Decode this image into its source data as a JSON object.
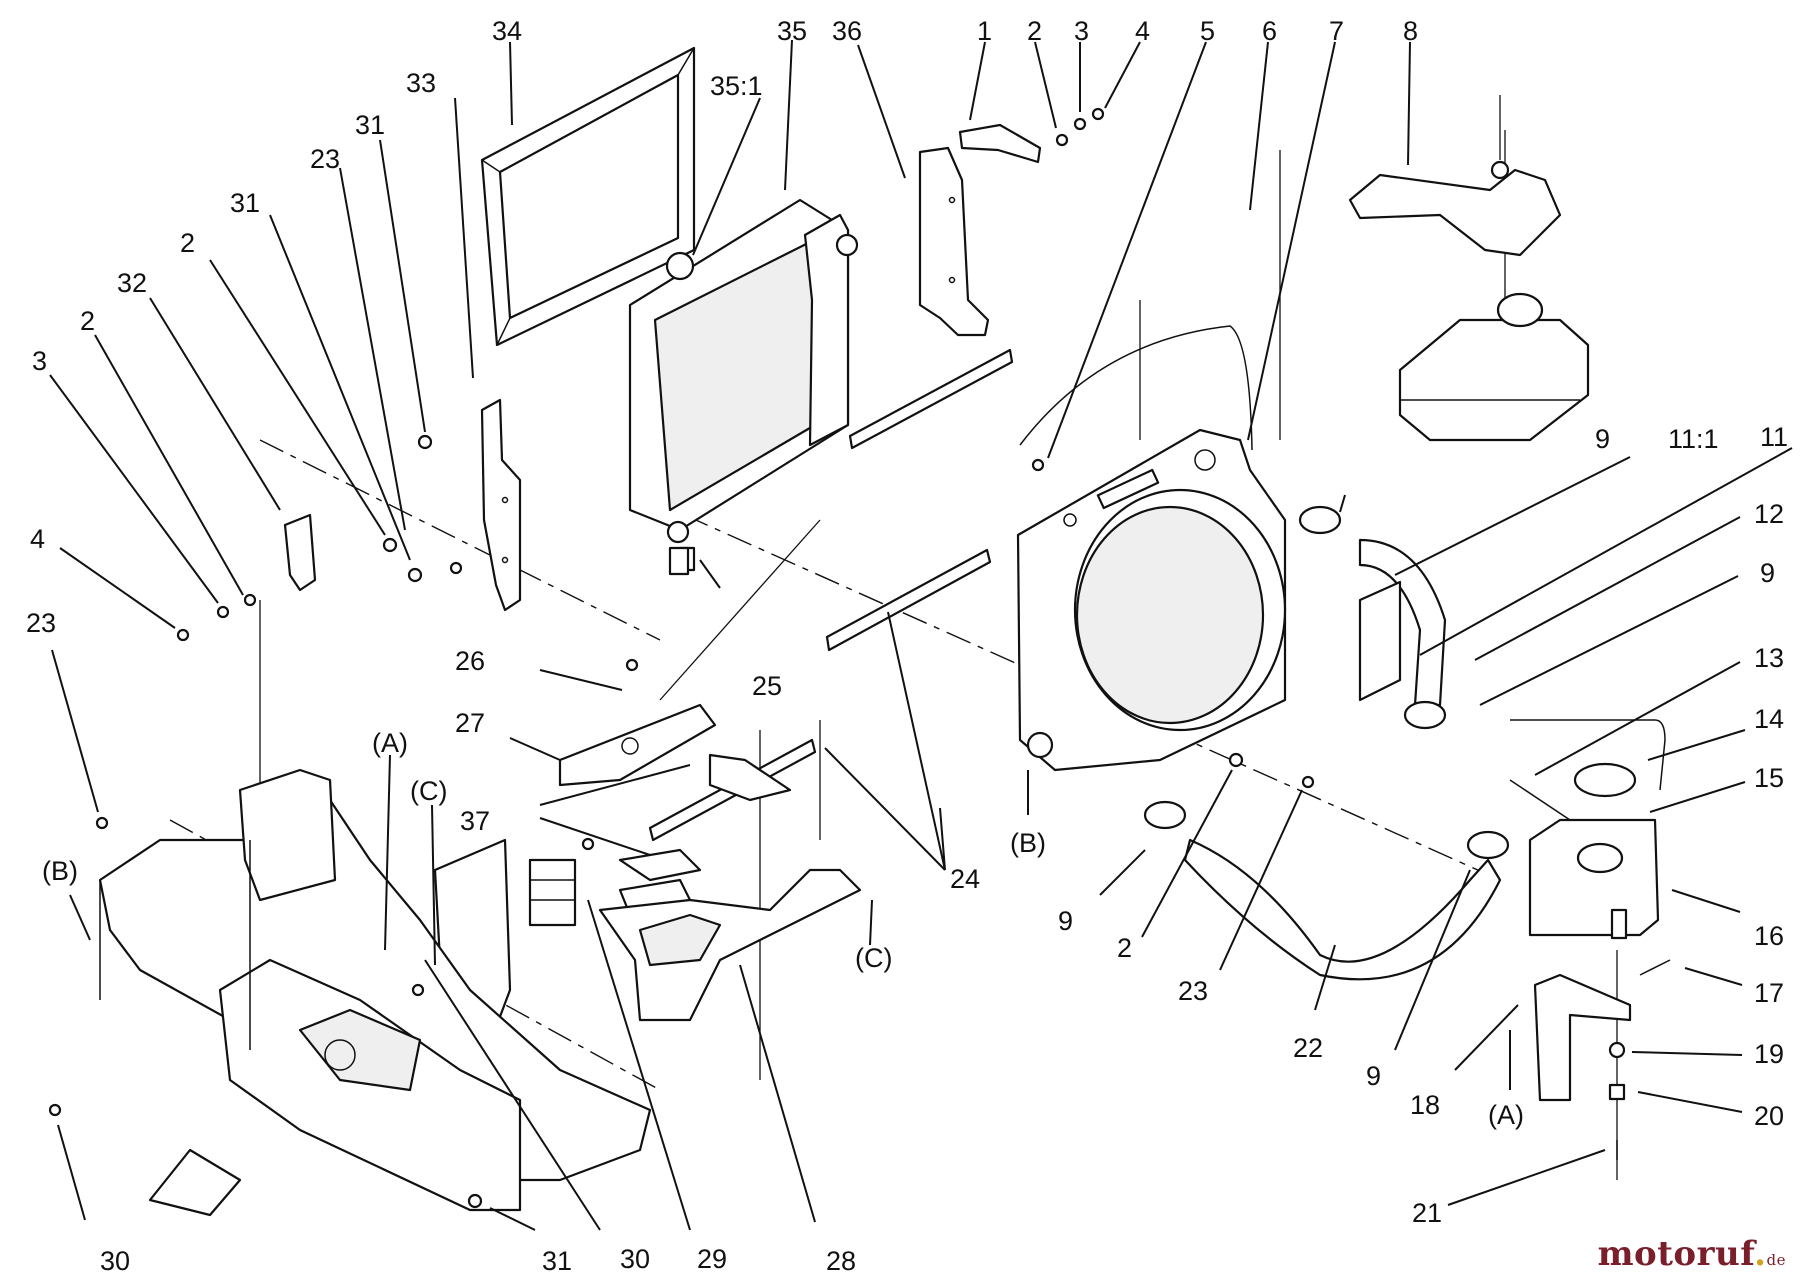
{
  "diagram": {
    "callouts": [
      {
        "id": "c-34",
        "text": "34"
      },
      {
        "id": "c-35",
        "text": "35"
      },
      {
        "id": "c-36",
        "text": "36"
      },
      {
        "id": "c-1",
        "text": "1"
      },
      {
        "id": "c-2a",
        "text": "2"
      },
      {
        "id": "c-3a",
        "text": "3"
      },
      {
        "id": "c-4a",
        "text": "4"
      },
      {
        "id": "c-5",
        "text": "5"
      },
      {
        "id": "c-6",
        "text": "6"
      },
      {
        "id": "c-7",
        "text": "7"
      },
      {
        "id": "c-8",
        "text": "8"
      },
      {
        "id": "c-33",
        "text": "33"
      },
      {
        "id": "c-35-1",
        "text": "35:1"
      },
      {
        "id": "c-31a",
        "text": "31"
      },
      {
        "id": "c-23a",
        "text": "23"
      },
      {
        "id": "c-31b",
        "text": "31"
      },
      {
        "id": "c-2b",
        "text": "2"
      },
      {
        "id": "c-32",
        "text": "32"
      },
      {
        "id": "c-2c",
        "text": "2"
      },
      {
        "id": "c-3b",
        "text": "3"
      },
      {
        "id": "c-4b",
        "text": "4"
      },
      {
        "id": "c-23b",
        "text": "23"
      },
      {
        "id": "c-26",
        "text": "26"
      },
      {
        "id": "c-25",
        "text": "25"
      },
      {
        "id": "c-27",
        "text": "27"
      },
      {
        "id": "c-37",
        "text": "37"
      },
      {
        "id": "c-A1",
        "text": "(A)"
      },
      {
        "id": "c-C1",
        "text": "(C)"
      },
      {
        "id": "c-B1",
        "text": "(B)"
      },
      {
        "id": "c-24",
        "text": "24"
      },
      {
        "id": "c-C2",
        "text": "(C)"
      },
      {
        "id": "c-B2",
        "text": "(B)"
      },
      {
        "id": "c-9a",
        "text": "9"
      },
      {
        "id": "c-11-1",
        "text": "11:1"
      },
      {
        "id": "c-11",
        "text": "11"
      },
      {
        "id": "c-12",
        "text": "12"
      },
      {
        "id": "c-9b",
        "text": "9"
      },
      {
        "id": "c-13",
        "text": "13"
      },
      {
        "id": "c-14",
        "text": "14"
      },
      {
        "id": "c-15",
        "text": "15"
      },
      {
        "id": "c-16",
        "text": "16"
      },
      {
        "id": "c-17",
        "text": "17"
      },
      {
        "id": "c-19",
        "text": "19"
      },
      {
        "id": "c-20",
        "text": "20"
      },
      {
        "id": "c-21",
        "text": "21"
      },
      {
        "id": "c-18",
        "text": "18"
      },
      {
        "id": "c-A2",
        "text": "(A)"
      },
      {
        "id": "c-9c",
        "text": "9"
      },
      {
        "id": "c-2d",
        "text": "2"
      },
      {
        "id": "c-23c",
        "text": "23"
      },
      {
        "id": "c-22",
        "text": "22"
      },
      {
        "id": "c-9d",
        "text": "9"
      },
      {
        "id": "c-30a",
        "text": "30"
      },
      {
        "id": "c-31c",
        "text": "31"
      },
      {
        "id": "c-30b",
        "text": "30"
      },
      {
        "id": "c-29",
        "text": "29"
      },
      {
        "id": "c-28",
        "text": "28"
      }
    ]
  },
  "watermark": {
    "name": "motoruf",
    "dot": ".",
    "tld": "de"
  }
}
